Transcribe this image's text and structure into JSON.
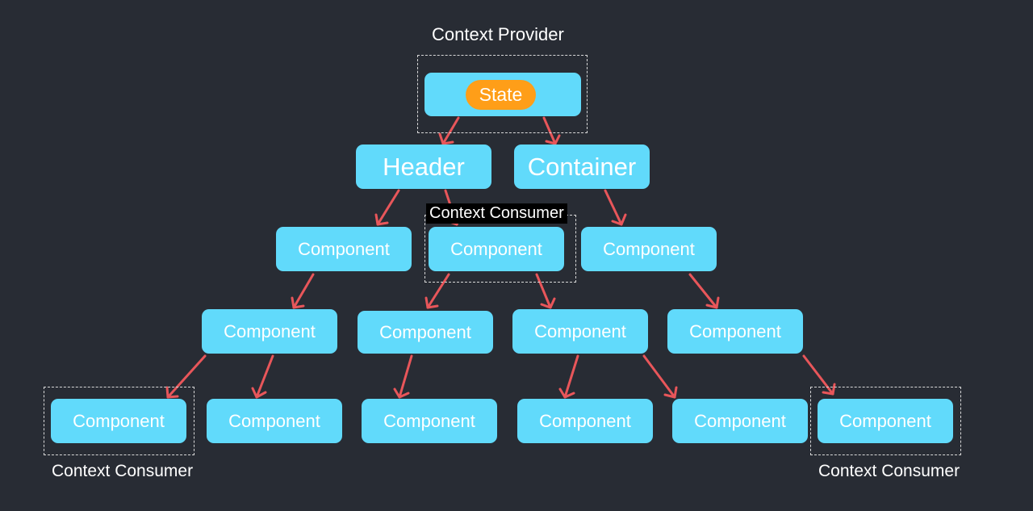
{
  "labels": {
    "provider": "Context Provider",
    "consumer": "Context Consumer",
    "state": "State",
    "header": "Header",
    "container": "Container",
    "component": "Component"
  },
  "colors": {
    "background": "#282c34",
    "node": "#61dafb",
    "state": "#ff9e18",
    "arrow": "#e8565a"
  }
}
